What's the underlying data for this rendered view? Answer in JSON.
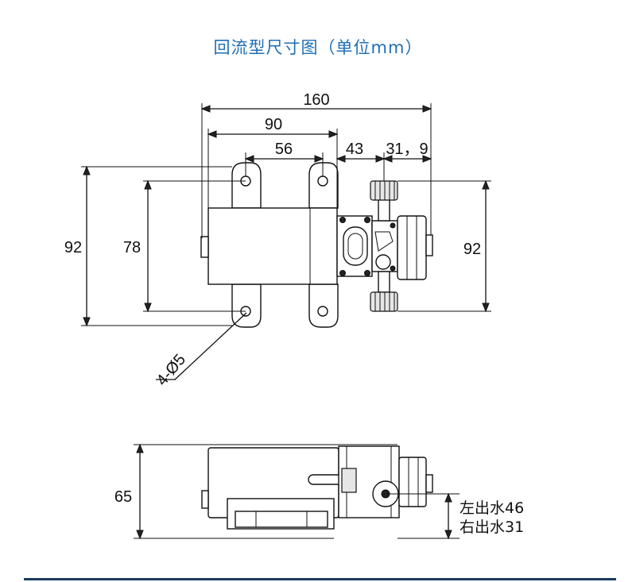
{
  "title": "回流型尺寸图（单位mm）",
  "top_view": {
    "dims": {
      "overall_length": "160",
      "motor_length": "90",
      "hole_spacing": "56",
      "head_length": "43",
      "outlet_offset": "31，9",
      "height_left": "92",
      "hole_height": "78",
      "height_right": "92"
    },
    "hole_callout": "4-Ø5"
  },
  "side_view": {
    "height": "65",
    "outlet_left": "左出水46",
    "outlet_right": "右出水31"
  },
  "colors": {
    "title": "#1f6fb3",
    "line": "#111111",
    "footer_bar": "#1b3a5c"
  }
}
